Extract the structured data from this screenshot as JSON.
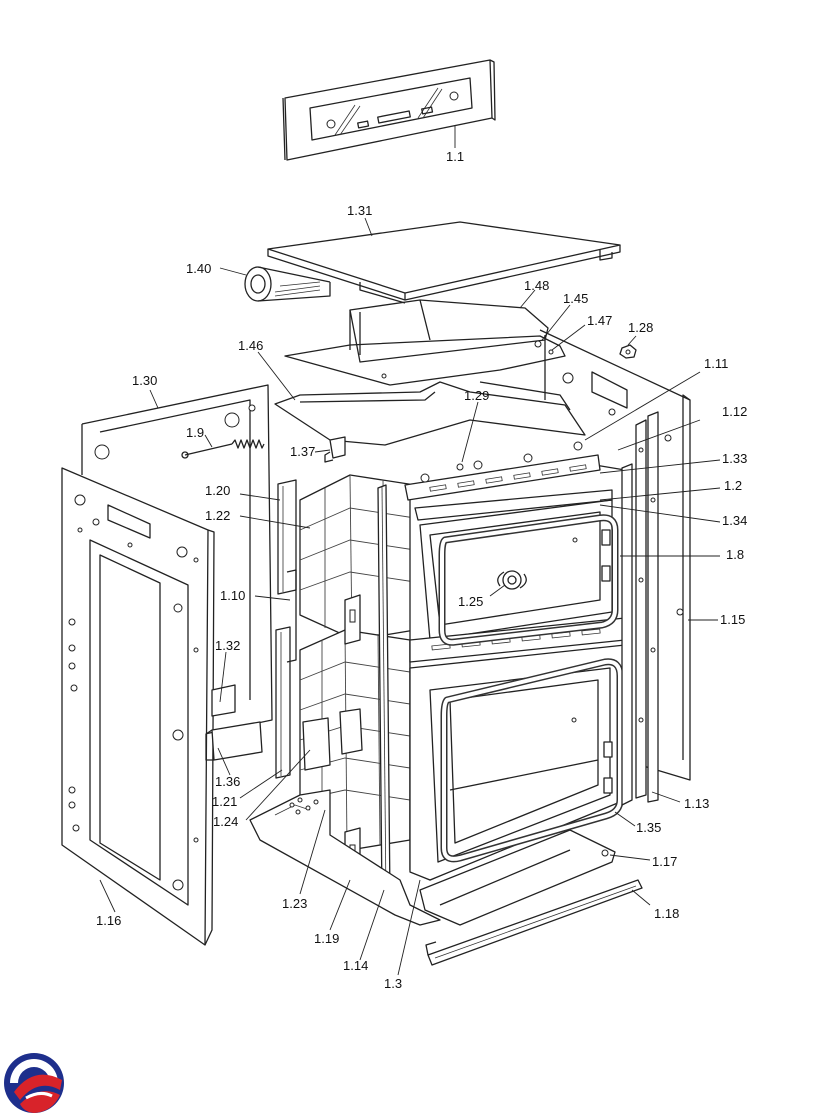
{
  "diagram": {
    "labels": {
      "p1_1": "1.1",
      "p1_31": "1.31",
      "p1_40": "1.40",
      "p1_48": "1.48",
      "p1_45": "1.45",
      "p1_47": "1.47",
      "p1_28": "1.28",
      "p1_46": "1.46",
      "p1_30": "1.30",
      "p1_11": "1.11",
      "p1_12": "1.12",
      "p1_29": "1.29",
      "p1_9": "1.9",
      "p1_37": "1.37",
      "p1_33": "1.33",
      "p1_20": "1.20",
      "p1_2": "1.2",
      "p1_22": "1.22",
      "p1_34": "1.34",
      "p1_8": "1.8",
      "p1_25": "1.25",
      "p1_10": "1.10",
      "p1_15": "1.15",
      "p1_32": "1.32",
      "p1_36": "1.36",
      "p1_21": "1.21",
      "p1_24": "1.24",
      "p1_13": "1.13",
      "p1_35": "1.35",
      "p1_17": "1.17",
      "p1_16": "1.16",
      "p1_23": "1.23",
      "p1_18": "1.18",
      "p1_19": "1.19",
      "p1_14": "1.14",
      "p1_3": "1.3"
    }
  },
  "logo": {
    "name": "brand-logo",
    "colors": [
      "#1e2f8c",
      "#d8232a"
    ]
  }
}
